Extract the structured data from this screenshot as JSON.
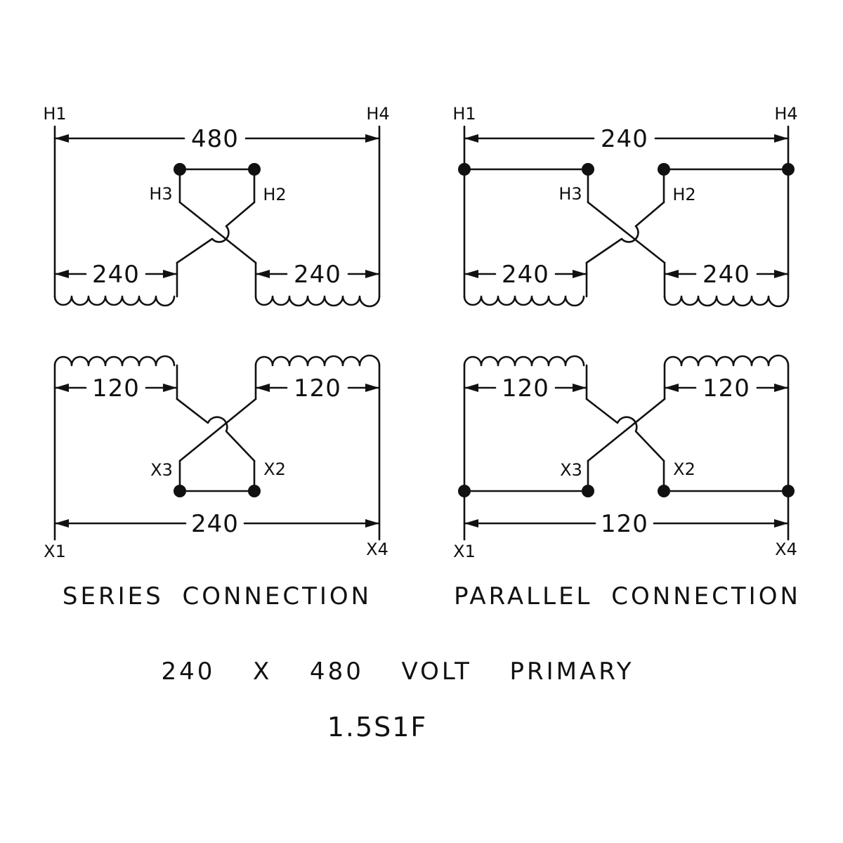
{
  "colors": {
    "ink": "#111111",
    "background": "#ffffff"
  },
  "series": {
    "caption": "SERIES CONNECTION",
    "terminals": {
      "h1": "H1",
      "h2": "H2",
      "h3": "H3",
      "h4": "H4",
      "x1": "X1",
      "x2": "X2",
      "x3": "X3",
      "x4": "X4"
    },
    "dims": {
      "primary_total": "480",
      "primary_left": "240",
      "primary_right": "240",
      "secondary_left": "120",
      "secondary_right": "120",
      "secondary_total": "240"
    }
  },
  "parallel": {
    "caption": "PARALLEL CONNECTION",
    "terminals": {
      "h1": "H1",
      "h2": "H2",
      "h3": "H3",
      "h4": "H4",
      "x1": "X1",
      "x2": "X2",
      "x3": "X3",
      "x4": "X4"
    },
    "dims": {
      "primary_total": "240",
      "primary_left": "240",
      "primary_right": "240",
      "secondary_left": "120",
      "secondary_right": "120",
      "secondary_total": "120"
    }
  },
  "footer": {
    "title": "240  X  480  VOLT  PRIMARY",
    "model": "1.5S1F"
  }
}
